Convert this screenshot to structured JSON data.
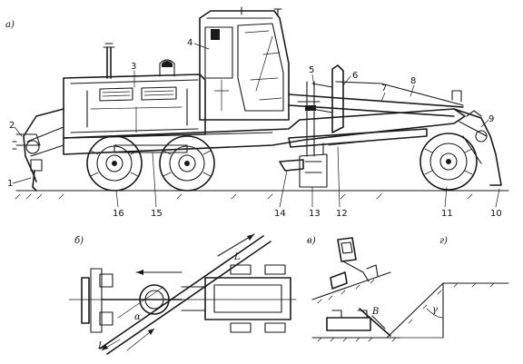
{
  "section_labels": {
    "a": "а)",
    "b": "б)",
    "v": "в)",
    "g": "г)"
  },
  "callouts": [
    "1",
    "2",
    "3",
    "4",
    "5",
    "6",
    "7",
    "8",
    "9",
    "10",
    "11",
    "12",
    "13",
    "14",
    "15",
    "16"
  ],
  "scheme_b_labels": {
    "L": "L",
    "l": "L",
    "alpha": "α"
  },
  "scheme_v_labels": {
    "B": "B"
  },
  "scheme_g_labels": {
    "gamma": "γ"
  }
}
